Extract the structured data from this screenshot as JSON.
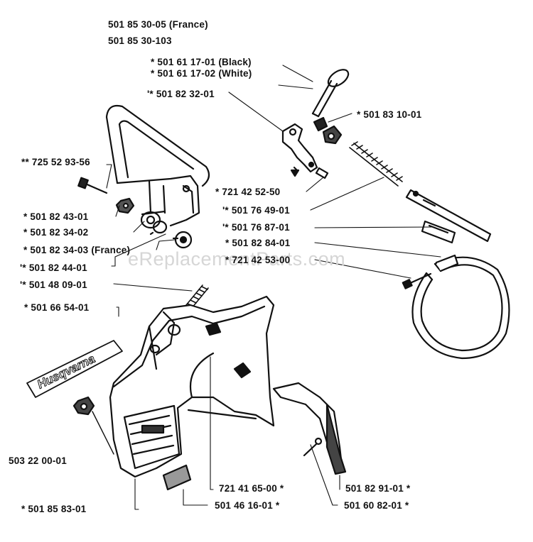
{
  "watermark": "eReplacementParts.com",
  "brand_text": "Husqvarna",
  "labels": {
    "l1": "501 85 30-05 (France)",
    "l2": "501 85 30-103",
    "l3": "* 501 61 17-01 (Black)",
    "l4": "* 501 61 17-02 (White)",
    "l5": "'* 501 82 32-01",
    "l6": "* 501 83 10-01",
    "l7": "** 725 52 93-56",
    "l8": "* 721 42 52-50",
    "l9": "'* 501 76 49-01",
    "l10": "* 501 82 43-01",
    "l11": "'* 501 76 87-01",
    "l12": "* 501 82 34-02",
    "l13": "* 501 82 84-01",
    "l14": "* 501 82 34-03 (France)",
    "l15": "* 721 42 53-00",
    "l16": "'* 501 82 44-01",
    "l17": "'* 501 48 09-01",
    "l18": "* 501 66 54-01",
    "l19": "503 22 00-01",
    "l20": "721 41 65-00 *",
    "l21": "501 82 91-01 *",
    "l22": "* 501 85 83-01",
    "l23": "501 46 16-01 *",
    "l24": "501 60 82-01 *"
  }
}
